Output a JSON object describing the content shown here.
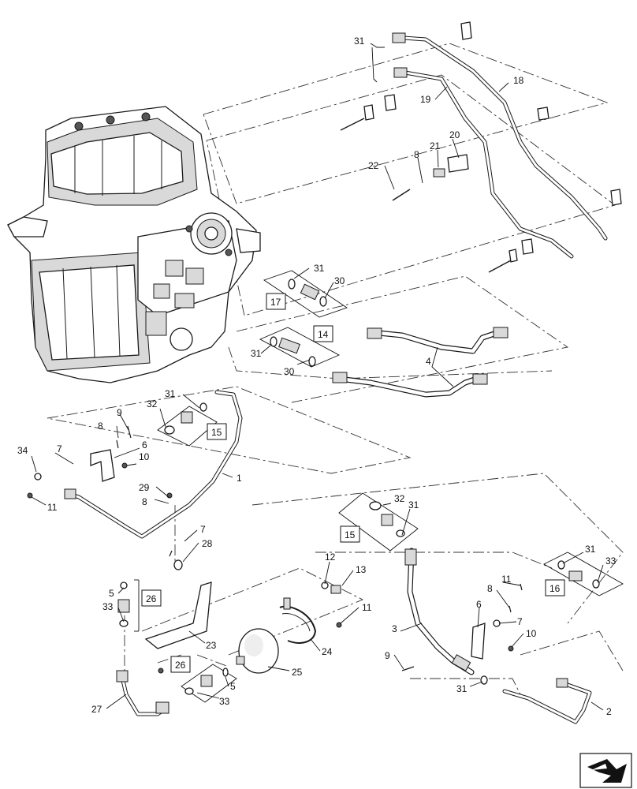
{
  "callouts": [
    "1",
    "2",
    "3",
    "4",
    "5",
    "6",
    "7",
    "8",
    "9",
    "10",
    "11",
    "12",
    "13",
    "14",
    "15",
    "16",
    "17",
    "18",
    "19",
    "20",
    "21",
    "22",
    "23",
    "24",
    "25",
    "26",
    "27",
    "28",
    "29",
    "30",
    "31",
    "32",
    "33",
    "34"
  ],
  "labels": {
    "n31_top": "31",
    "n18": "18",
    "n19": "19",
    "n20": "20",
    "n21": "21",
    "n22": "22",
    "n8_top": "8",
    "n31_k17": "31",
    "n30_k17": "30",
    "k17": "17",
    "k14": "14",
    "n31_k14": "31",
    "n30_k14": "30",
    "n4": "4",
    "n31_k15a": "31",
    "n32_k15a": "32",
    "k15a": "15",
    "n9_a": "9",
    "n8_a": "8",
    "n6_a": "6",
    "n7_a": "7",
    "n34": "34",
    "n10_a": "10",
    "n11_a": "11",
    "n1": "1",
    "n29": "29",
    "n8_b": "8",
    "n7_b": "7",
    "n28": "28",
    "n32_k15b": "32",
    "n31_k15b": "31",
    "k15b": "15",
    "n12": "12",
    "n13": "13",
    "n11_b": "11",
    "n31_k16": "31",
    "n33_k16": "33",
    "k16": "16",
    "n11_c": "11",
    "n8_c": "8",
    "n6_c": "6",
    "n7_c": "7",
    "n10_c": "10",
    "n5_a": "5",
    "n33_a": "33",
    "k26a": "26",
    "n23": "23",
    "n24": "24",
    "n25": "25",
    "k26b": "26",
    "n5_b": "5",
    "n33_b": "33",
    "n27": "27",
    "n3": "3",
    "n9_c": "9",
    "n31_c": "31",
    "n2": "2"
  },
  "icons": {
    "nav": "next-arrow-icon"
  }
}
